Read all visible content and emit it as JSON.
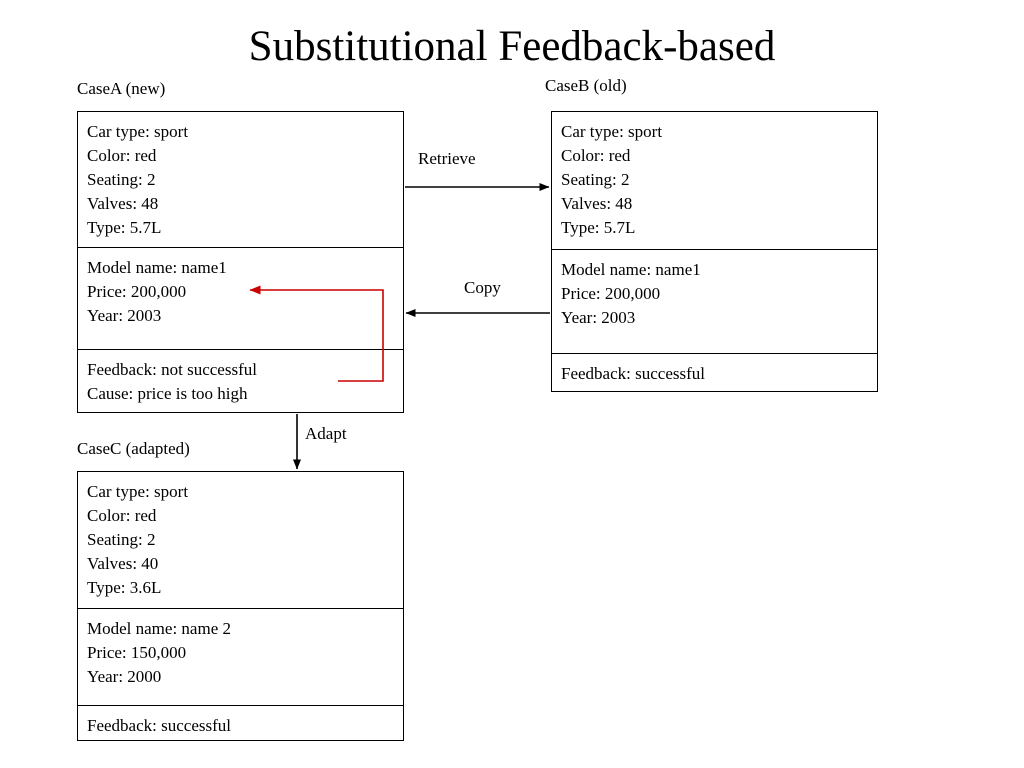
{
  "title": "Substitutional Feedback-based",
  "colors": {
    "stroke": "#000000",
    "feedback_arrow": "#cc0000",
    "background": "#ffffff"
  },
  "cases": {
    "a": {
      "label": "CaseA (new)",
      "sections": [
        {
          "name": "attributes",
          "lines": [
            "Car type: sport",
            "Color: red",
            "Seating: 2",
            "Valves: 48",
            "Type: 5.7L"
          ]
        },
        {
          "name": "solution",
          "lines": [
            "Model name: name1",
            "Price: 200,000",
            "Year: 2003"
          ]
        },
        {
          "name": "feedback",
          "lines": [
            "Feedback: not successful",
            "Cause: price is too high"
          ]
        }
      ]
    },
    "b": {
      "label": "CaseB (old)",
      "sections": [
        {
          "name": "attributes",
          "lines": [
            "Car type: sport",
            "Color: red",
            "Seating: 2",
            "Valves: 48",
            "Type: 5.7L"
          ]
        },
        {
          "name": "solution",
          "lines": [
            "Model name: name1",
            "Price: 200,000",
            "Year: 2003"
          ]
        },
        {
          "name": "feedback",
          "lines": [
            "Feedback: successful"
          ]
        }
      ]
    },
    "c": {
      "label": "CaseC (adapted)",
      "sections": [
        {
          "name": "attributes",
          "lines": [
            "Car type: sport",
            "Color: red",
            "Seating: 2",
            "Valves: 40",
            "Type: 3.6L"
          ]
        },
        {
          "name": "solution",
          "lines": [
            "Model name: name 2",
            "Price: 150,000",
            "Year: 2000"
          ]
        },
        {
          "name": "feedback",
          "lines": [
            "Feedback: successful"
          ]
        }
      ]
    }
  },
  "edges": {
    "retrieve": "Retrieve",
    "copy": "Copy",
    "adapt": "Adapt"
  }
}
